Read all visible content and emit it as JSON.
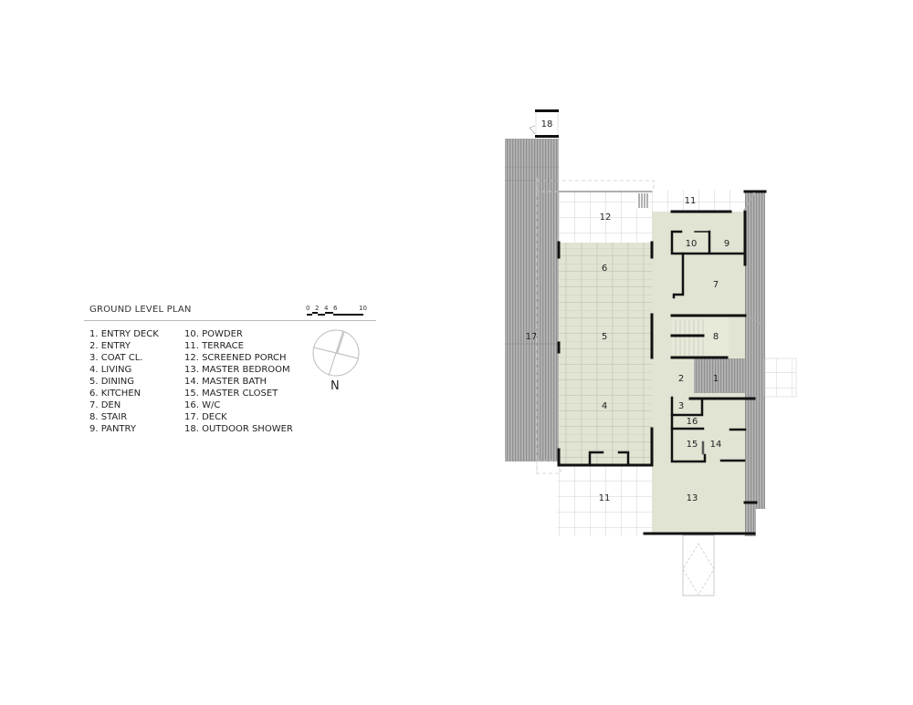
{
  "legend": {
    "title": "GROUND LEVEL PLAN",
    "items_col1": [
      "1. ENTRY DECK",
      "2. ENTRY",
      "3. COAT CL.",
      "4. LIVING",
      "5. DINING",
      "6. KITCHEN",
      "7. DEN",
      "8. STAIR",
      "9. PANTRY"
    ],
    "items_col2": [
      "10. POWDER",
      "11. TERRACE",
      "12. SCREENED PORCH",
      "13. MASTER BEDROOM",
      "14. MASTER BATH",
      "15. MASTER CLOSET",
      "16. W/C",
      "17. DECK",
      "18. OUTDOOR SHOWER"
    ]
  },
  "scale_bar": {
    "labels": [
      "0",
      "2",
      "4",
      "6",
      "10"
    ]
  },
  "north_arrow": {
    "label": "N"
  },
  "plan": {
    "room_labels": {
      "r1": "1",
      "r2": "2",
      "r3": "3",
      "r4": "4",
      "r5": "5",
      "r6": "6",
      "r7": "7",
      "r8": "8",
      "r9": "9",
      "r10": "10",
      "r11a": "11",
      "r11b": "11",
      "r12": "12",
      "r13": "13",
      "r14": "14",
      "r15": "15",
      "r16": "16",
      "r17": "17",
      "r18": "18"
    },
    "colors": {
      "interior_fill": "#e1e4d2",
      "deck_fill": "#a9a9a9",
      "wall": "#111111",
      "paving_line": "#cfcfcf"
    }
  }
}
